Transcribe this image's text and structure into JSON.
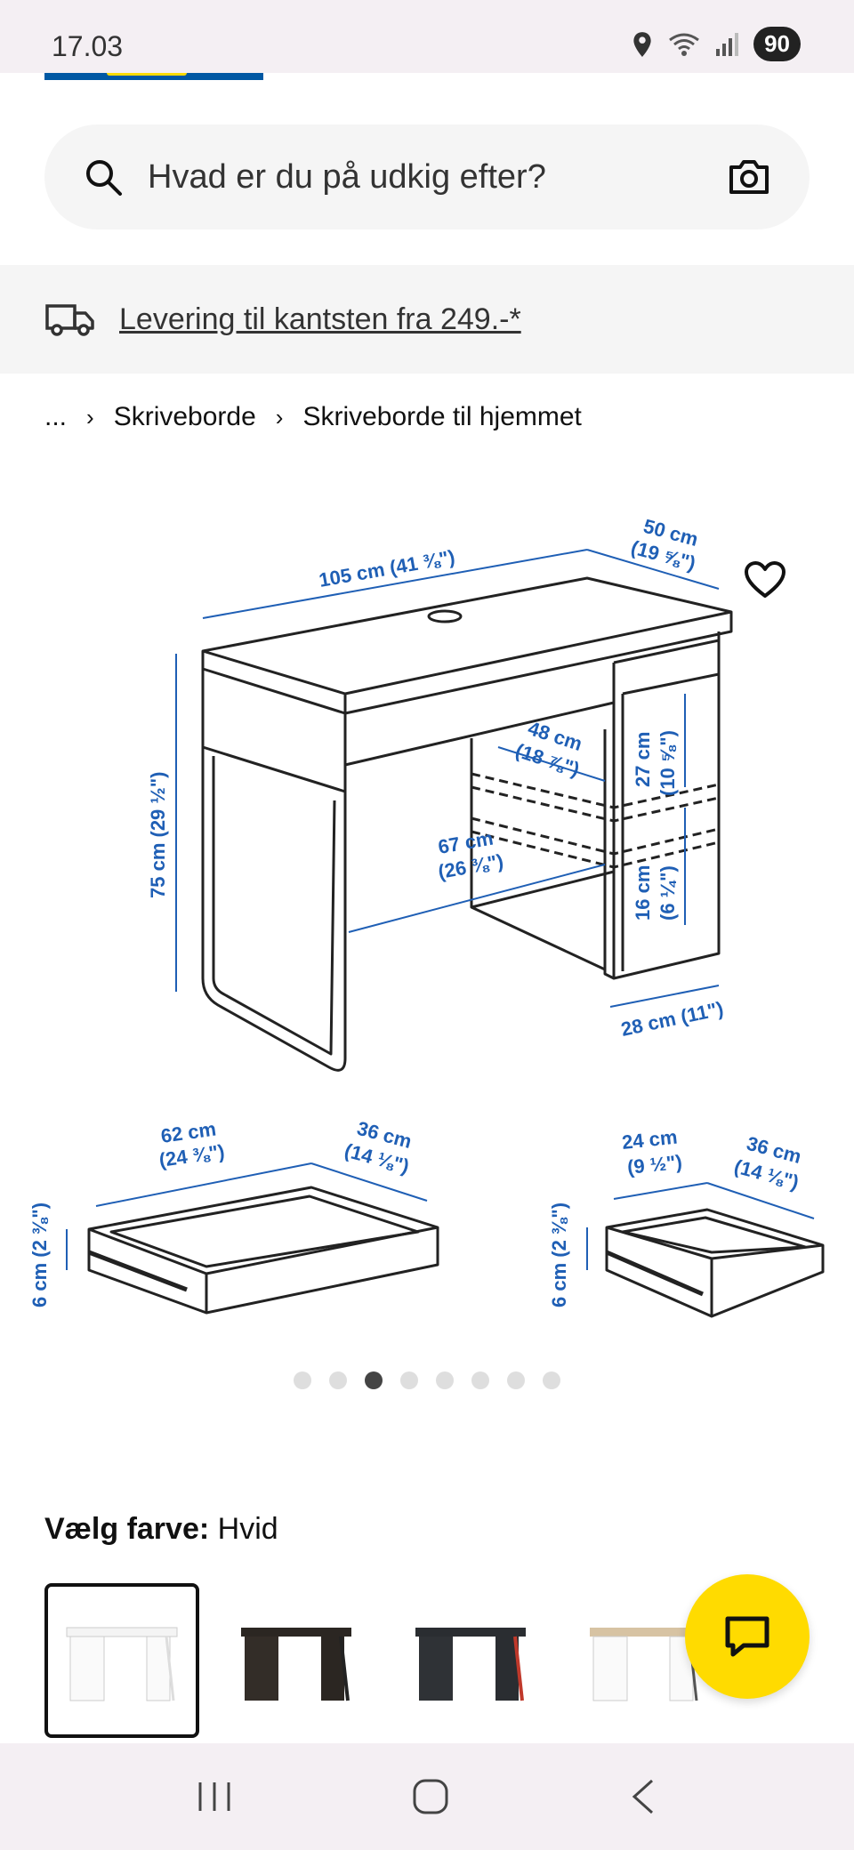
{
  "status": {
    "time": "17.03",
    "battery": "90"
  },
  "search": {
    "placeholder": "Hvad er du på udkig efter?"
  },
  "delivery": {
    "text": "Levering til kantsten fra 249.-*"
  },
  "breadcrumb": {
    "ellipsis": "...",
    "items": [
      "Skriveborde",
      "Skriveborde til hjemmet"
    ]
  },
  "dimensions": {
    "width": "105 cm (41 ⅜\")",
    "depth_a": "50 cm",
    "depth_b": "(19 ⅝\")",
    "height": "75 cm (29 ½\")",
    "inner_depth_a": "48 cm",
    "inner_depth_b": "(18 ⅞\")",
    "leg_space_a": "67 cm",
    "leg_space_b": "(26 ⅜\")",
    "shelf_upper_a": "27 cm",
    "shelf_upper_b": "(10 ⅝\")",
    "shelf_lower_a": "16 cm",
    "shelf_lower_b": "(6 ¼\")",
    "cabinet_width": "28 cm (11\")",
    "drawer1_width_a": "62 cm",
    "drawer1_width_b": "(24 ⅜\")",
    "drawer1_depth_a": "36 cm",
    "drawer1_depth_b": "(14 ⅛\")",
    "drawer1_height": "6 cm (2 ⅜\")",
    "drawer2_width_a": "24 cm",
    "drawer2_width_b": "(9 ½\")",
    "drawer2_depth_a": "36 cm",
    "drawer2_depth_b": "(14 ⅛\")",
    "drawer2_height": "6 cm (2 ⅜\")"
  },
  "carousel": {
    "count": 8,
    "active": 2
  },
  "color": {
    "label": "Vælg farve:",
    "value": "Hvid"
  },
  "colors": {
    "accent_blue": "#0058a3",
    "accent_yellow": "#ffdb00",
    "dimension_blue": "#1f5fb5"
  }
}
